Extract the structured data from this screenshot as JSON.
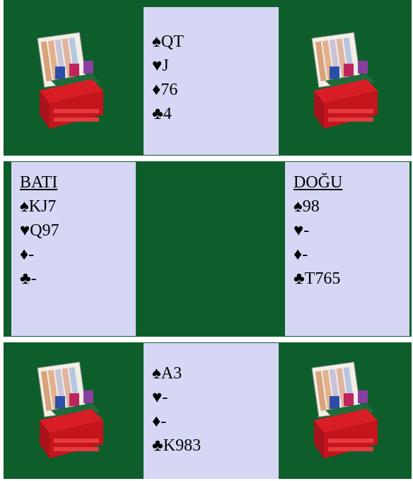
{
  "colors": {
    "felt": "#0e5e2b",
    "hand_panel": "#d6d6f5",
    "board_red": "#c4141c"
  },
  "icons": {
    "board": "bridge-board-icon"
  },
  "north": {
    "title": "",
    "lines": [
      "♠QT",
      "♥J",
      "♦76",
      "♣4"
    ]
  },
  "west": {
    "title": "BATI",
    "lines": [
      "♠KJ7",
      "♥Q97",
      "♦-",
      "♣-"
    ]
  },
  "east": {
    "title": "DOĞU",
    "lines": [
      "♠98",
      "♥-",
      "♦-",
      "♣T765"
    ]
  },
  "south": {
    "title": "",
    "lines": [
      "♠A3",
      "♥-",
      "♦-",
      "♣K983"
    ]
  }
}
